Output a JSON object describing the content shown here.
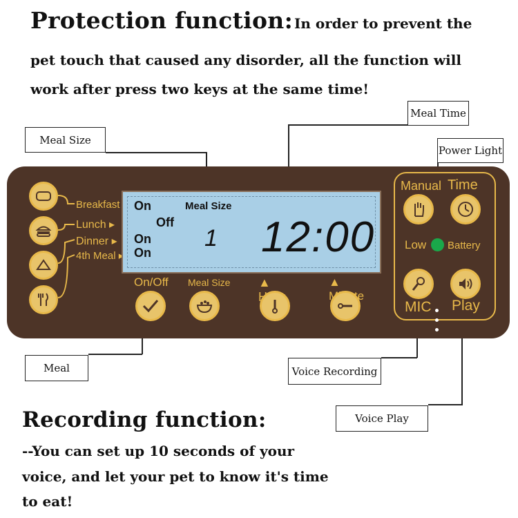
{
  "protection": {
    "title": "Protection function:",
    "line1": "In order to prevent the",
    "line2": "pet touch that caused any disorder, all the function will",
    "line3": "work after press two keys at the same time!"
  },
  "callouts": {
    "meal_time": "Meal Time",
    "meal_size": "Meal Size",
    "power_light": "Power Light",
    "meal": "Meal",
    "voice_recording": "Voice Recording",
    "voice_play": "Voice Play"
  },
  "panel": {
    "menu": {
      "breakfast": "Breakfast",
      "lunch": "Lunch",
      "dinner": "Dinner",
      "fourth_meal": "4th Meal"
    },
    "lcd": {
      "on1": "On",
      "meal_size_label": "Meal Size",
      "off": "Off",
      "on2": "On",
      "on3": "On",
      "size_value": "1",
      "time": "12:00"
    },
    "buttons": {
      "on_off": "On/Off",
      "meal_size": "Meal Size",
      "hour": "Hour",
      "minute": "Minute"
    },
    "right": {
      "manual": "Manual",
      "time": "Time",
      "low": "Low",
      "battery": "Battery",
      "mic": "MIC",
      "play": "Play"
    },
    "colors": {
      "panel": "#4d3427",
      "gold": "#e8b94a",
      "lcd": "#a9cfe6",
      "power_led": "#1aa84a"
    }
  },
  "recording": {
    "title": "Recording function:",
    "line1": "--You can set up 10 seconds of your",
    "line2": "voice, and let your pet to know it's time",
    "line3": "to eat!"
  }
}
